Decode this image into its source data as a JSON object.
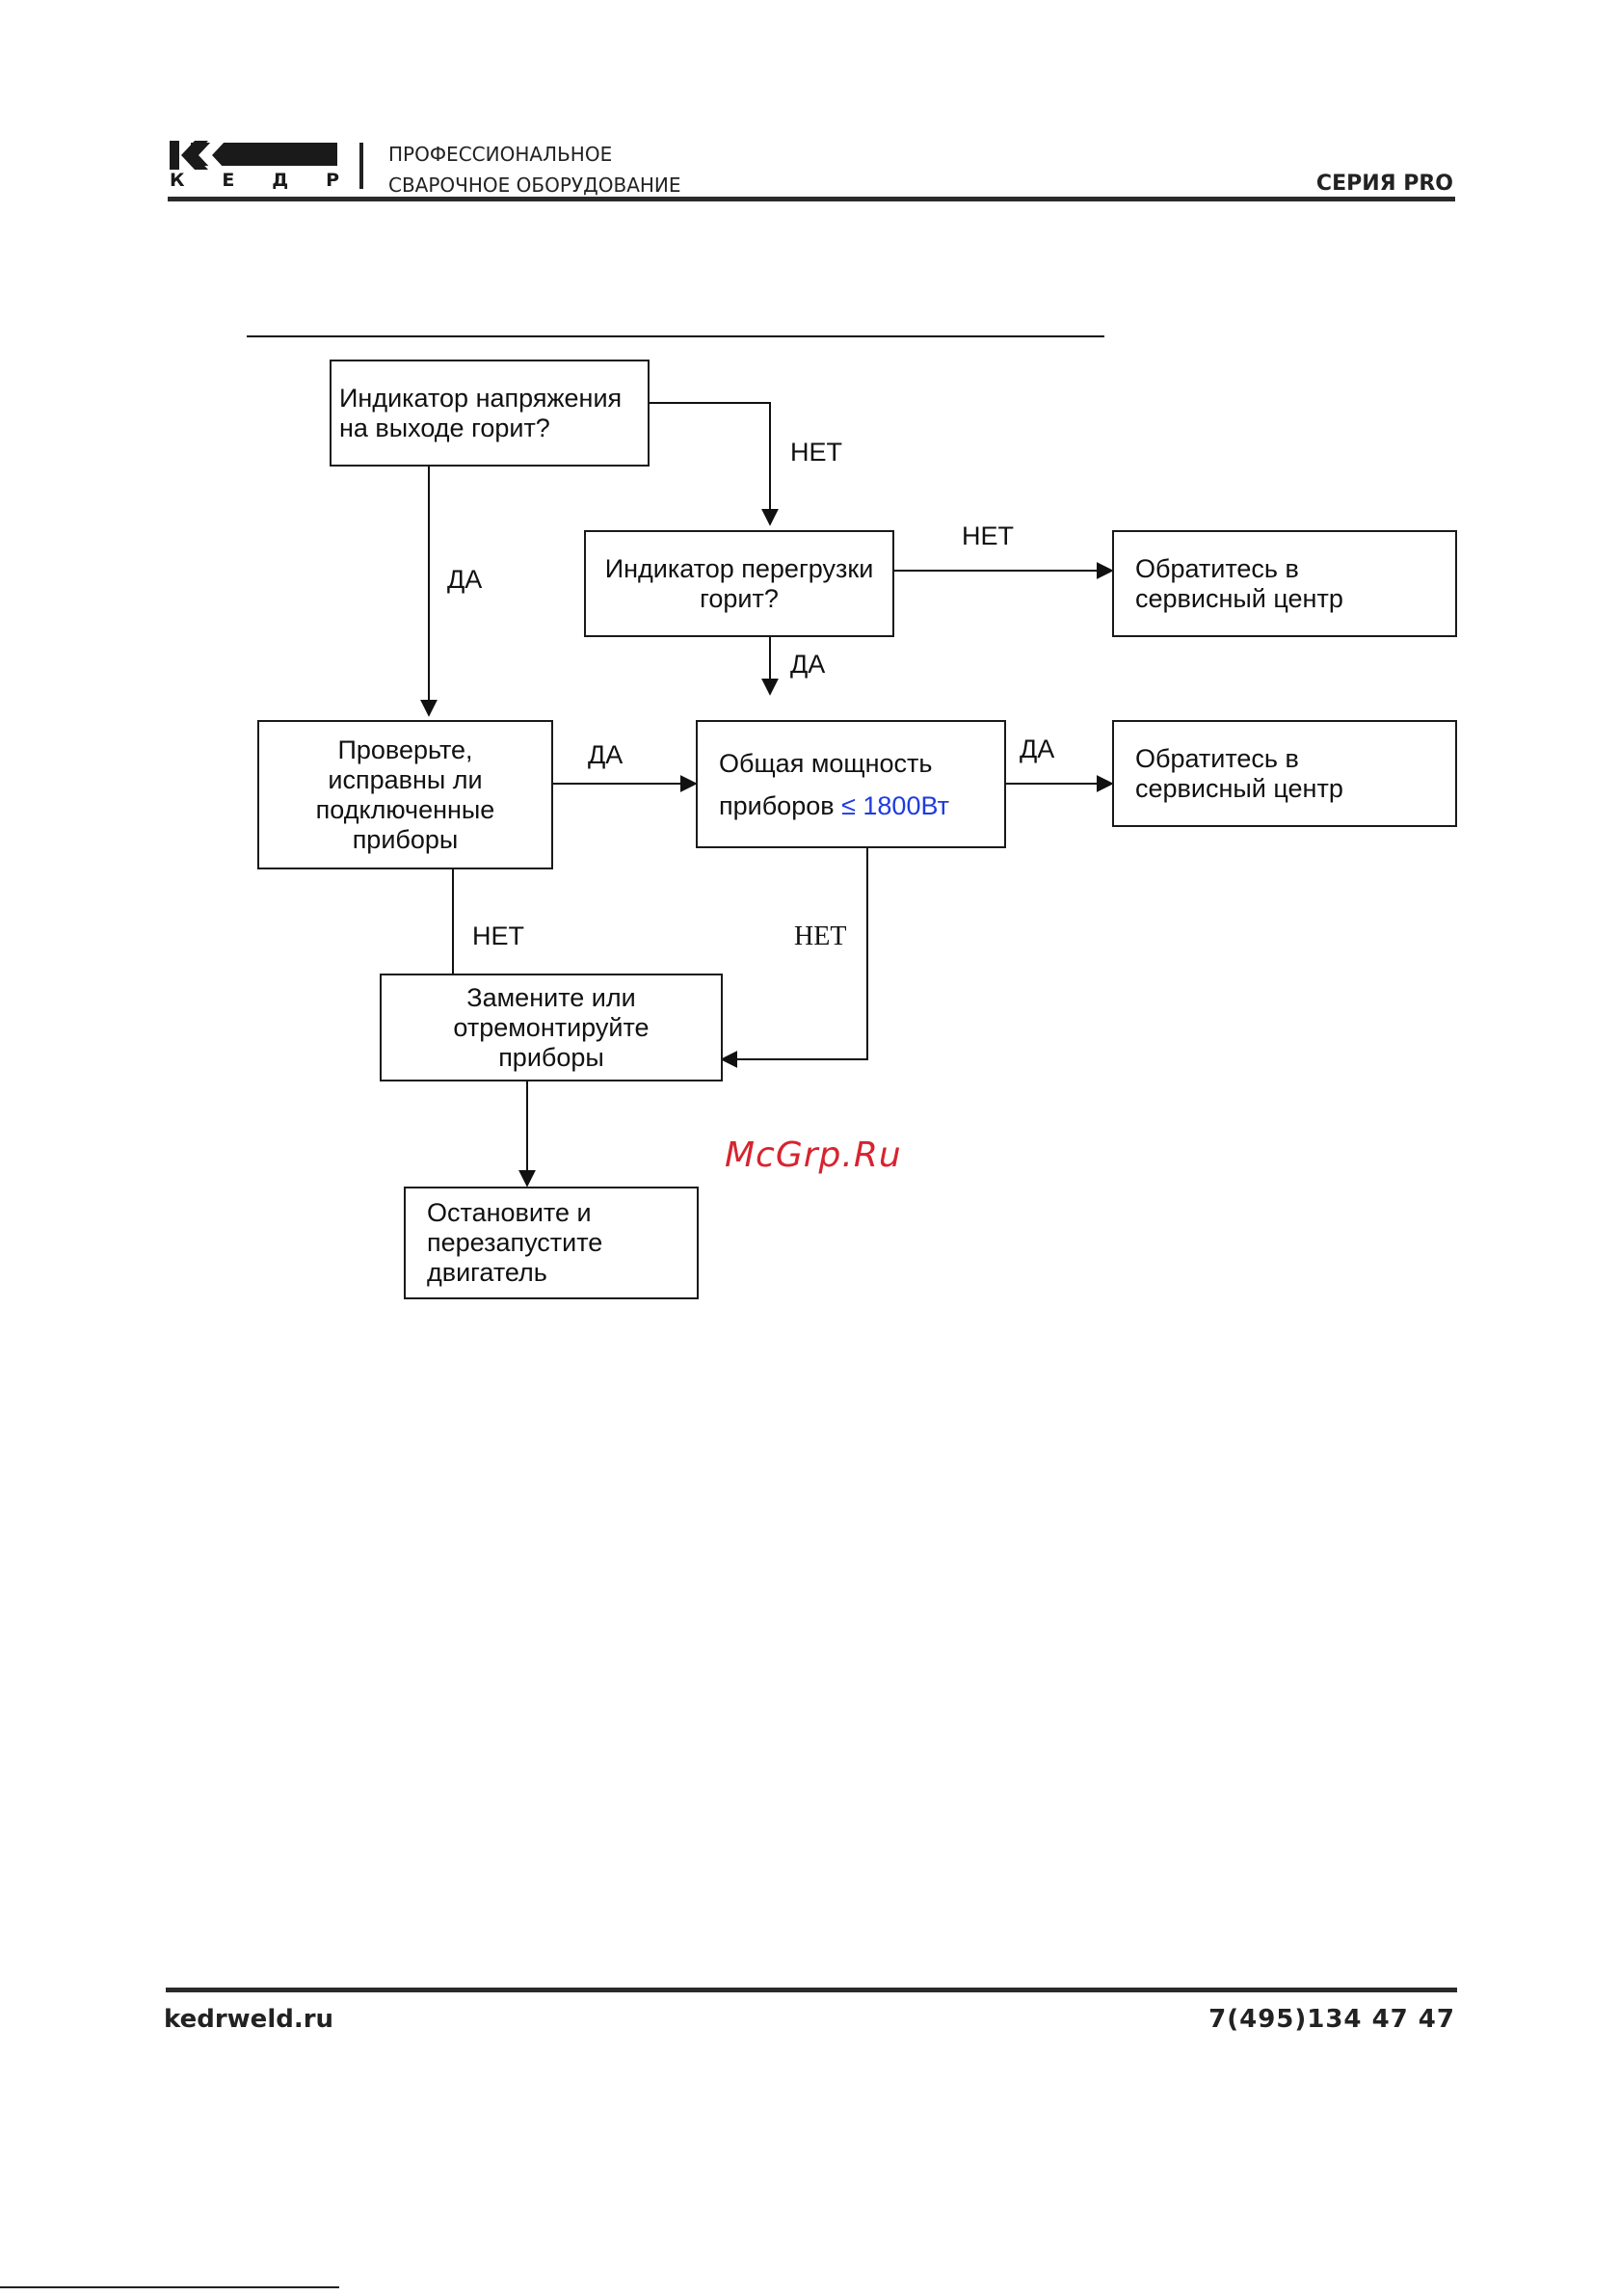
{
  "header": {
    "logo_letters": [
      "К",
      "Е",
      "Д",
      "Р"
    ],
    "tagline_line1": "ПРОФЕССИОНАЛЬНОЕ",
    "tagline_line2": "СВАРОЧНОЕ ОБОРУДОВАНИЕ",
    "series": "СЕРИЯ PRO"
  },
  "flowchart": {
    "nodes": {
      "voltage": {
        "line1": "Индикатор напряжения",
        "line2": "на выходе горит?"
      },
      "overload": {
        "line1": "Индикатор перегрузки",
        "line2": "горит?"
      },
      "service1": {
        "line1": "Обратитесь в",
        "line2": "сервисный центр"
      },
      "check": {
        "line1": "Проверьте,",
        "line2": "исправны ли",
        "line3": "подключенные",
        "line4": "приборы"
      },
      "power": {
        "line1": "Общая мощность",
        "line2_prefix": "приборов ",
        "line2_value": "≤ 1800Вт"
      },
      "service2": {
        "line1": "Обратитесь в",
        "line2": "сервисный центр"
      },
      "replace": {
        "line1": "Замените или",
        "line2": "отремонтируйте",
        "line3": "приборы"
      },
      "restart": {
        "line1": "Остановите и",
        "line2": "перезапустите",
        "line3": "двигатель"
      }
    },
    "edges": {
      "voltage_no": "НЕТ",
      "voltage_yes": "ДА",
      "overload_no": "НЕТ",
      "overload_yes": "ДА",
      "check_yes": "ДА",
      "power_yes": "ДА",
      "check_no": "НЕТ",
      "power_no": "НЕТ"
    }
  },
  "watermark": "McGrp.Ru",
  "footer": {
    "website": "kedrweld.ru",
    "phone": "7(495)134 47 47"
  }
}
